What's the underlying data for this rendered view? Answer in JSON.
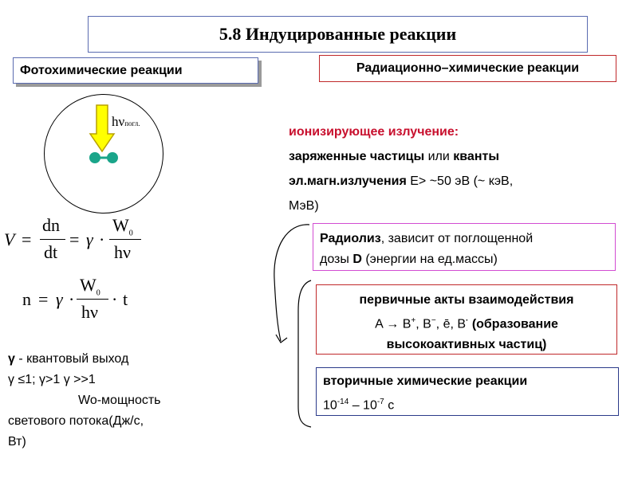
{
  "title": "5.8 Индуцированные реакции",
  "photo": {
    "label": "Фотохимические реакции",
    "h": "h",
    "nu": "ν",
    "abs_sub": "погл."
  },
  "radiation": {
    "label": "Радиационно–химические реакции",
    "ion_title": "ионизирующее излучение:",
    "ion_line1_bold": "заряженные частицы",
    "ion_line1_norm": " или ",
    "ion_line1_bold2": "кванты",
    "ion_line2_bold": "эл.магн.излучения",
    "ion_line2_norm": " E> ~50 эВ (~ кэВ,",
    "ion_line3": "МэВ)"
  },
  "radiolysis": {
    "bold": "Радиолиз",
    "rest": ", зависит от поглощенной",
    "line2_a": "дозы ",
    "line2_b": "D",
    "line2_c": " (энергии на ед.массы)"
  },
  "primary": {
    "line1": "первичные акты взаимодействия",
    "line2_a": "A → B",
    "line2_b": ", B",
    "line2_c": ", ē,  B",
    "line2_d": " (образование",
    "line3": "высокоактивных частиц)",
    "sup_plus": "+",
    "sup_minus": "−",
    "sup_dot": "·"
  },
  "secondary": {
    "line1": "вторичные химические реакции",
    "v1": "10",
    "e1": "-14",
    "dash": " – 10",
    "e2": "-7",
    "unit": " с"
  },
  "formula1": {
    "V": "V",
    "eq": "=",
    "dn": "dn",
    "dt": "dt",
    "eq2": "=",
    "gamma": "γ",
    "dot": "·",
    "W": "W",
    "W_sub": "0",
    "hnu": "hν"
  },
  "formula2": {
    "n": "n",
    "eq": "=",
    "gamma": "γ",
    "dot": "·",
    "W": "W",
    "W_sub": "0",
    "hnu": "hν",
    "dot2": "·",
    "t": "t"
  },
  "legend": {
    "l1_a": "γ",
    "l1_b": " - квантовый выход",
    "l2": "γ ≤1; γ>1  γ >>1",
    "l3": "Wo-мощность",
    "l4": "светового  потока(Дж/с,",
    "l5": "Вт)"
  },
  "colors": {
    "arrow_yellow": "#ffff00",
    "molecule_green": "#1aa58a",
    "red_text": "#c8102e"
  }
}
